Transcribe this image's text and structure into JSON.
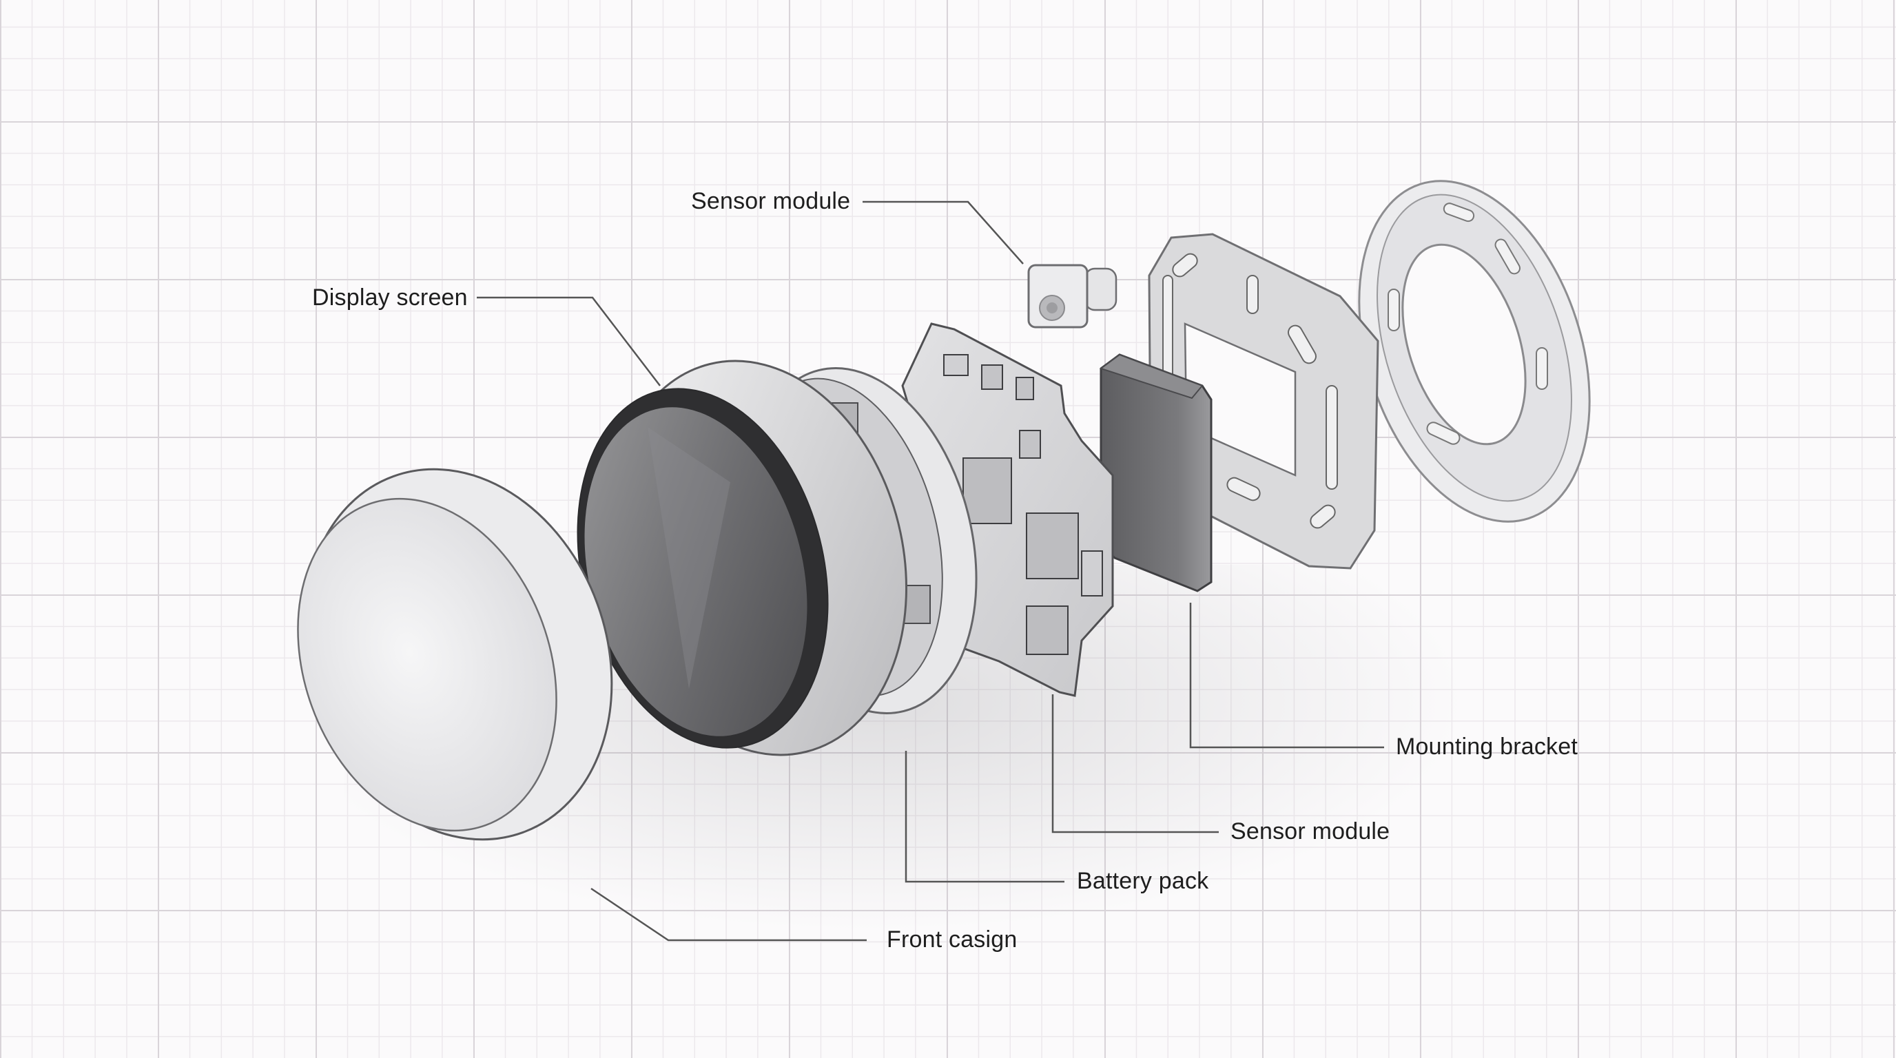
{
  "diagram": {
    "type": "exploded-view",
    "subject": "smart thermostat / round wall device",
    "background": {
      "color": "#fbfafb",
      "grid_minor_color": "#ece8ec",
      "grid_major_color": "#d9d4d9"
    },
    "leader_color": "#555555"
  },
  "callouts": [
    {
      "id": "sensor-module-top",
      "label": "Sensor module"
    },
    {
      "id": "display-screen",
      "label": "Display screen"
    },
    {
      "id": "mounting-bracket",
      "label": "Mounting bracket"
    },
    {
      "id": "sensor-module-bottom",
      "label": "Sensor module"
    },
    {
      "id": "battery-pack",
      "label": "Battery pack"
    },
    {
      "id": "front-casing",
      "label": "Front casign"
    }
  ],
  "components": [
    {
      "name": "Front casing",
      "material": "translucent white"
    },
    {
      "name": "Display ring with dark screen"
    },
    {
      "name": "Rear housing with circuit board"
    },
    {
      "name": "Main PCB"
    },
    {
      "name": "Sensor / camera module"
    },
    {
      "name": "Battery pack",
      "color": "#6e6e70"
    },
    {
      "name": "Mounting bracket"
    },
    {
      "name": "Wall mounting ring"
    }
  ]
}
